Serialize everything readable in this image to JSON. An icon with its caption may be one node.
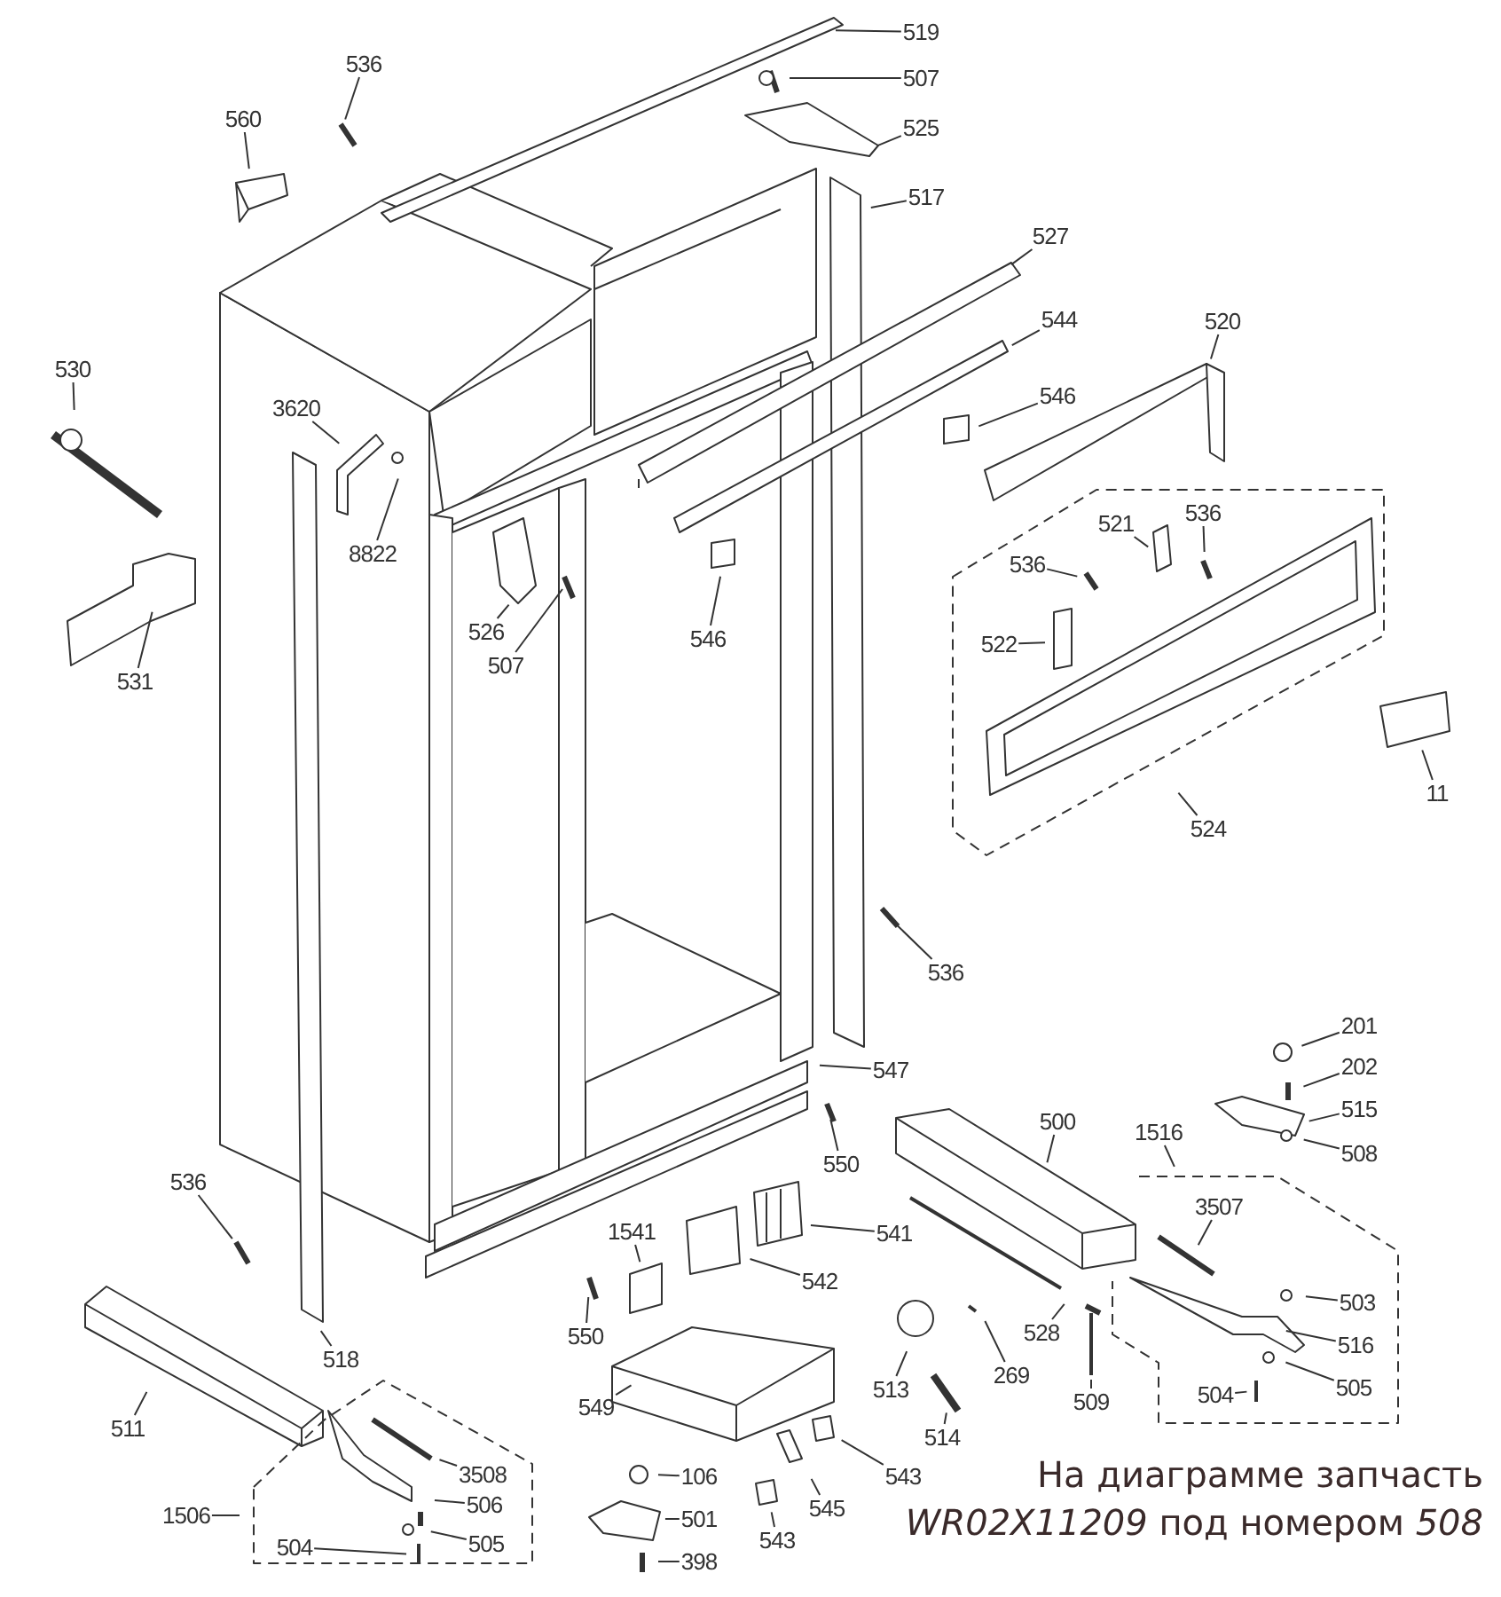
{
  "diagram": {
    "caption": "На диаграмме запчасть *WR02X11209* под номером *508*",
    "nodes": [
      {
        "text": [
          "519"
        ]
      },
      {
        "text": [
          "507"
        ]
      },
      {
        "text": [
          "525"
        ]
      },
      {
        "text": [
          "517"
        ]
      },
      {
        "text": [
          "536"
        ]
      },
      {
        "text": [
          "560"
        ]
      },
      {
        "text": [
          "527"
        ]
      },
      {
        "text": [
          "544"
        ]
      },
      {
        "text": [
          "520"
        ]
      },
      {
        "text": [
          "546"
        ]
      },
      {
        "text": [
          "530"
        ]
      },
      {
        "text": [
          "3620"
        ]
      },
      {
        "text": [
          "8822"
        ]
      },
      {
        "text": [
          "536"
        ]
      },
      {
        "text": [
          "521"
        ]
      },
      {
        "text": [
          "536"
        ]
      },
      {
        "text": [
          "526"
        ]
      },
      {
        "text": [
          "507"
        ]
      },
      {
        "text": [
          "546"
        ]
      },
      {
        "text": [
          "522"
        ]
      },
      {
        "text": [
          "531"
        ]
      },
      {
        "text": [
          "11"
        ]
      },
      {
        "text": [
          "524"
        ]
      },
      {
        "text": [
          "536"
        ]
      },
      {
        "text": [
          "547"
        ]
      },
      {
        "text": [
          "550"
        ]
      },
      {
        "text": [
          "500"
        ]
      },
      {
        "text": [
          "1516"
        ]
      },
      {
        "text": [
          "201"
        ]
      },
      {
        "text": [
          "202"
        ]
      },
      {
        "text": [
          "515"
        ]
      },
      {
        "text": [
          "508"
        ]
      },
      {
        "text": [
          "3507"
        ]
      },
      {
        "text": [
          "536"
        ]
      },
      {
        "text": [
          "1541"
        ]
      },
      {
        "text": [
          "541"
        ]
      },
      {
        "text": [
          "542"
        ]
      },
      {
        "text": [
          "503"
        ]
      },
      {
        "text": [
          "550"
        ]
      },
      {
        "text": [
          "528"
        ]
      },
      {
        "text": [
          "516"
        ]
      },
      {
        "text": [
          "518"
        ]
      },
      {
        "text": [
          "269"
        ]
      },
      {
        "text": [
          "513"
        ]
      },
      {
        "text": [
          "505"
        ]
      },
      {
        "text": [
          "504"
        ]
      },
      {
        "text": [
          "509"
        ]
      },
      {
        "text": [
          "511"
        ]
      },
      {
        "text": [
          "549"
        ]
      },
      {
        "text": [
          "514"
        ]
      },
      {
        "text": [
          "3508"
        ]
      },
      {
        "text": [
          "543"
        ]
      },
      {
        "text": [
          "106"
        ]
      },
      {
        "text": [
          "506"
        ]
      },
      {
        "text": [
          "1506"
        ]
      },
      {
        "text": [
          "501"
        ]
      },
      {
        "text": [
          "545"
        ]
      },
      {
        "text": [
          "505"
        ]
      },
      {
        "text": [
          "543"
        ]
      },
      {
        "text": [
          "504"
        ]
      },
      {
        "text": [
          "398"
        ]
      }
    ],
    "edges": [
      {
        "from": 0,
        "to": null,
        "arrow": "none"
      },
      {
        "from": 1,
        "to": null,
        "arrow": "none"
      },
      {
        "from": 2,
        "to": null,
        "arrow": "none"
      },
      {
        "from": 3,
        "to": null,
        "arrow": "none"
      },
      {
        "from": 4,
        "to": null,
        "arrow": "none"
      },
      {
        "from": 5,
        "to": null,
        "arrow": "none"
      },
      {
        "from": 6,
        "to": null,
        "arrow": "none"
      },
      {
        "from": 7,
        "to": null,
        "arrow": "none"
      },
      {
        "from": 8,
        "to": null,
        "arrow": "none"
      },
      {
        "from": 9,
        "to": null,
        "arrow": "none"
      },
      {
        "from": 10,
        "to": null,
        "arrow": "none"
      },
      {
        "from": 11,
        "to": null,
        "arrow": "none"
      },
      {
        "from": 12,
        "to": null,
        "arrow": "none"
      },
      {
        "from": 13,
        "to": null,
        "arrow": "none"
      },
      {
        "from": 14,
        "to": null,
        "arrow": "none"
      },
      {
        "from": 15,
        "to": null,
        "arrow": "none"
      },
      {
        "from": 16,
        "to": null,
        "arrow": "none"
      },
      {
        "from": 17,
        "to": null,
        "arrow": "none"
      },
      {
        "from": 18,
        "to": null,
        "arrow": "none"
      },
      {
        "from": 19,
        "to": null,
        "arrow": "none"
      },
      {
        "from": 20,
        "to": null,
        "arrow": "none"
      },
      {
        "from": 21,
        "to": null,
        "arrow": "none"
      },
      {
        "from": 22,
        "to": null,
        "arrow": "none"
      },
      {
        "from": 23,
        "to": null,
        "arrow": "none"
      },
      {
        "from": 24,
        "to": null,
        "arrow": "none"
      },
      {
        "from": 25,
        "to": null,
        "arrow": "none"
      },
      {
        "from": 26,
        "to": null,
        "arrow": "none"
      },
      {
        "from": 27,
        "to": null,
        "arrow": "none"
      },
      {
        "from": 28,
        "to": null,
        "arrow": "none"
      },
      {
        "from": 29,
        "to": null,
        "arrow": "none"
      },
      {
        "from": 30,
        "to": null,
        "arrow": "none"
      },
      {
        "from": 31,
        "to": null,
        "arrow": "none"
      },
      {
        "from": 32,
        "to": null,
        "arrow": "none"
      },
      {
        "from": 33,
        "to": null,
        "arrow": "none"
      },
      {
        "from": 34,
        "to": null,
        "arrow": "none"
      },
      {
        "from": 35,
        "to": null,
        "arrow": "none"
      },
      {
        "from": 36,
        "to": null,
        "arrow": "none"
      },
      {
        "from": 37,
        "to": null,
        "arrow": "none"
      },
      {
        "from": 38,
        "to": null,
        "arrow": "none"
      },
      {
        "from": 39,
        "to": null,
        "arrow": "none"
      },
      {
        "from": 40,
        "to": null,
        "arrow": "none"
      },
      {
        "from": 41,
        "to": null,
        "arrow": "none"
      },
      {
        "from": 42,
        "to": null,
        "arrow": "none"
      },
      {
        "from": 43,
        "to": null,
        "arrow": "none"
      },
      {
        "from": 44,
        "to": null,
        "arrow": "none"
      },
      {
        "from": 45,
        "to": null,
        "arrow": "none"
      },
      {
        "from": 46,
        "to": null,
        "arrow": "none"
      },
      {
        "from": 47,
        "to": null,
        "arrow": "none"
      },
      {
        "from": 48,
        "to": null,
        "arrow": "none"
      },
      {
        "from": 49,
        "to": null,
        "arrow": "none"
      },
      {
        "from": 50,
        "to": null,
        "arrow": "none"
      },
      {
        "from": 51,
        "to": null,
        "arrow": "none"
      },
      {
        "from": 52,
        "to": null,
        "arrow": "none"
      },
      {
        "from": 53,
        "to": null,
        "arrow": "none"
      },
      {
        "from": 54,
        "to": null,
        "arrow": "none"
      },
      {
        "from": 55,
        "to": null,
        "arrow": "none"
      },
      {
        "from": 56,
        "to": null,
        "arrow": "none"
      },
      {
        "from": 57,
        "to": null,
        "arrow": "none"
      },
      {
        "from": 58,
        "to": null,
        "arrow": "none"
      },
      {
        "from": 59,
        "to": null,
        "arrow": "none"
      },
      {
        "from": 60,
        "to": null,
        "arrow": "none"
      }
    ]
  }
}
